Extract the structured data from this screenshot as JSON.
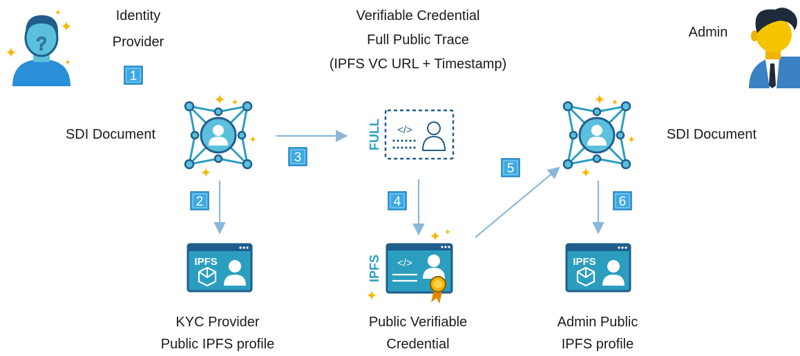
{
  "actors": {
    "identity_provider": {
      "line1": "Identity",
      "line2": "Provider"
    },
    "admin": {
      "label": "Admin"
    }
  },
  "credential_trace": {
    "line1": "Verifiable Credential",
    "line2": "Full Public Trace",
    "line3": "(IPFS VC URL + Timestamp)"
  },
  "nodes": {
    "sdi_left": "SDI Document",
    "sdi_right": "SDI Document",
    "kyc": {
      "line1": "KYC Provider",
      "line2": "Public IPFS profile"
    },
    "vc": {
      "line1": "Public Verifiable",
      "line2": "Credential"
    },
    "admin_profile": {
      "line1": "Admin Public",
      "line2": "IPFS profile"
    }
  },
  "icon_text": {
    "ipfs": "IPFS",
    "full": "FULL",
    "code": "</>"
  },
  "steps": [
    "1",
    "2",
    "3",
    "4",
    "5",
    "6"
  ],
  "colors": {
    "teal": "#2b9ec0",
    "teal_light": "#5bc0dd",
    "navy": "#1f5d8c",
    "arrow": "#8ab7db",
    "badge": "#3da9e3",
    "sparkle": "#f5b800",
    "person_blue": "#2a8fd8",
    "admin_suit": "#3b82c4"
  }
}
